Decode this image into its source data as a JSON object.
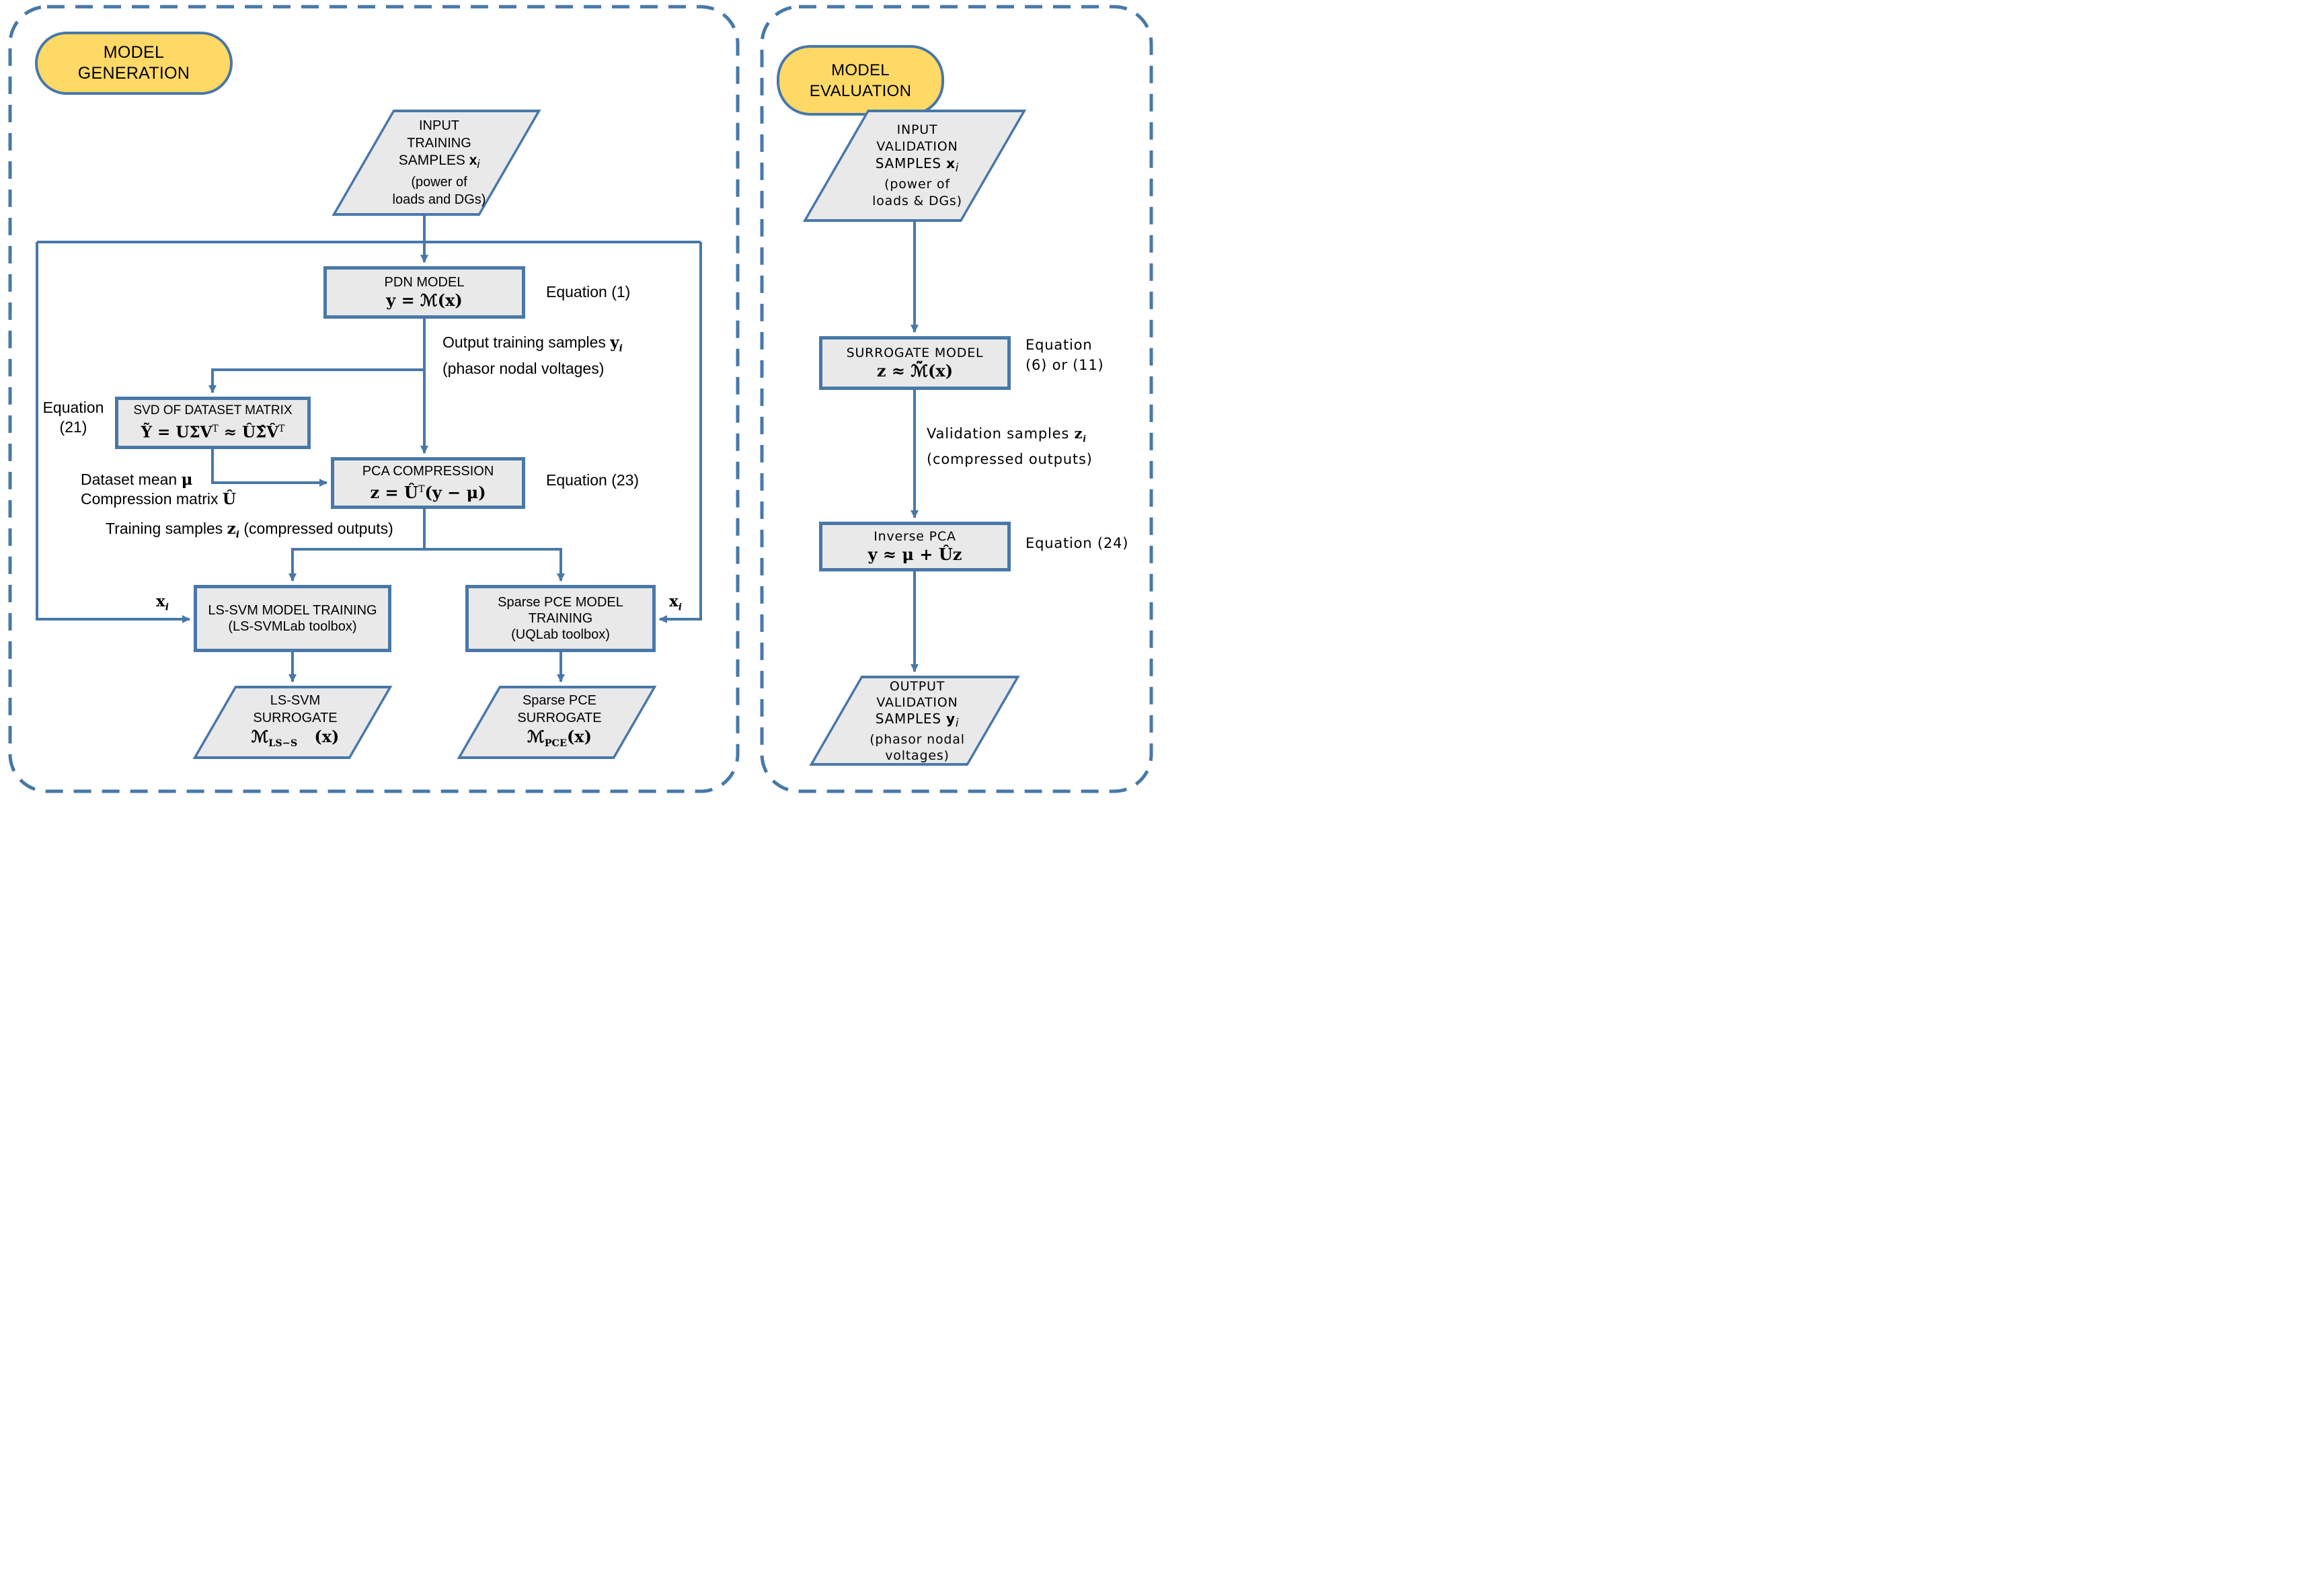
{
  "colors": {
    "line": "#4878aa",
    "box_fill": "#e9e9e9",
    "badge_fill": "#ffd966",
    "text": "#000000"
  },
  "badges": {
    "generation": "MODEL GENERATION",
    "evaluation": "MODEL EVALUATION"
  },
  "generation": {
    "input_training": {
      "l1": "INPUT",
      "l2": "TRAINING",
      "l3": "SAMPLES <b>x</b><sub><i>i</i></sub>",
      "l4": "(power of",
      "l5": "loads and DGs)"
    },
    "pdn": {
      "title": "PDN MODEL",
      "formula": "<b>y</b> = ℳ(<b>x</b>)",
      "eq": "Equation (1)"
    },
    "output_training": {
      "line1": "Output training samples <span class=\"m\">y<sub><i>i</i></sub></span>",
      "line2": "(phasor nodal voltages)"
    },
    "svd": {
      "title": "SVD OF DATASET MATRIX",
      "formula": "<b>Ỹ</b> = <b>UΣV</b><sup>T</sup> ≈ <b>ÛΣ̂V̂</b><sup>T</sup>",
      "eq1": "Equation",
      "eq2": "(21)"
    },
    "svd_outputs": {
      "line1": "Dataset mean <span class=\"m\">μ</span>",
      "line2": "Compression matrix <span class=\"m\">Û</span>"
    },
    "pca": {
      "title": "PCA COMPRESSION",
      "formula": "<b>z</b> = <b>Û</b><sup>T</sup>(<b>y</b> − <b>μ</b>)",
      "eq": "Equation (23)"
    },
    "training_samples": "Training samples <span class=\"m\">z<sub><i>i</i></sub></span> (compressed outputs)",
    "xi_left": "<b>x</b><sub><i>i</i></sub>",
    "xi_right": "<b>x</b><sub><i>i</i></sub>",
    "lssvm_training": {
      "line1": "LS-SVM MODEL TRAINING",
      "line2": "(LS-SVMLab toolbox)"
    },
    "pce_training": {
      "line1": "Sparse PCE MODEL",
      "line2": "TRAINING",
      "line3": "(UQLab toolbox)"
    },
    "lssvm_surrogate": {
      "l1": "LS-SVM",
      "l2": "SURROGATE",
      "formula": "ℳ<sub>LS−S</sub>&nbsp;&nbsp;&nbsp;(<b>x</b>)"
    },
    "pce_surrogate": {
      "l1": "Sparse PCE",
      "l2": "SURROGATE",
      "formula": "ℳ<sub>PCE</sub>(<b>x</b>)"
    }
  },
  "evaluation": {
    "input_validation": {
      "l1": "INPUT",
      "l2": "VALIDATION",
      "l3": "SAMPLES <b>x</b><sub><i>i</i></sub>",
      "l4": "(power of",
      "l5": "loads & DGs)"
    },
    "surrogate_model": {
      "title": "SURROGATE MODEL",
      "formula": "<b>z</b> ≈ ℳ̃(<b>x</b>)",
      "eq1": "Equation",
      "eq2": "(6) or (11)"
    },
    "validation_samples": {
      "line1": "Validation samples <span class=\"m\">z<sub><i>i</i></sub></span>",
      "line2": "(compressed outputs)"
    },
    "inverse_pca": {
      "title": "Inverse PCA",
      "formula": "<b>y</b> ≈ <b>μ</b> + <b>Ûz</b>",
      "eq": "Equation (24)"
    },
    "output_validation": {
      "l1": "OUTPUT",
      "l2": "VALIDATION",
      "l3": "SAMPLES <b>y</b><sub><i>i</i></sub>",
      "l4": "(phasor nodal",
      "l5": "voltages)"
    }
  }
}
